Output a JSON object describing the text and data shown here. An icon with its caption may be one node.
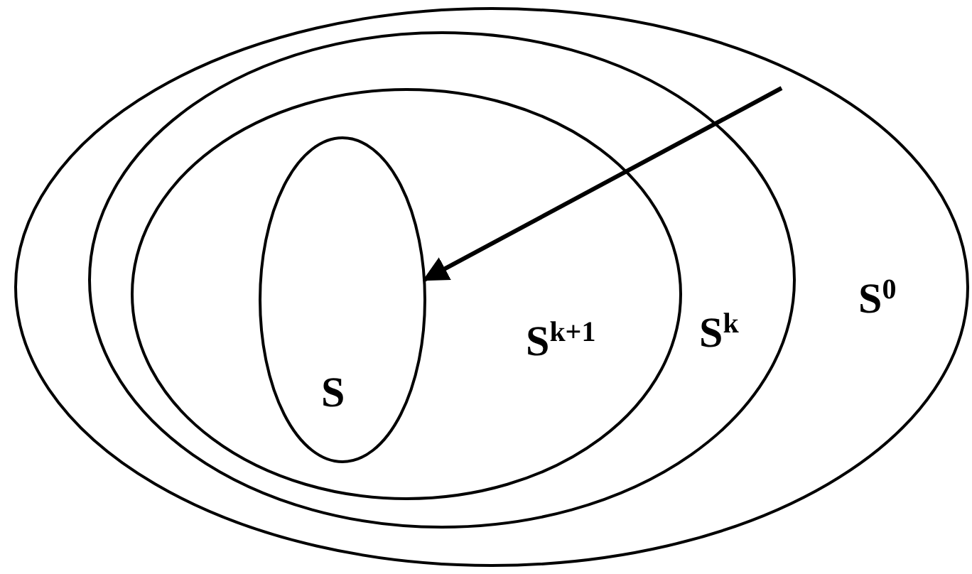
{
  "diagram": {
    "nodes": [
      {
        "text": [
          "S$^{0}$"
        ]
      },
      {
        "text": [
          "S$^{k}$"
        ],
        "in": 0
      },
      {
        "text": [
          "S$^{k+1}$"
        ],
        "in": 1
      },
      {
        "text": [
          "S"
        ],
        "in": 2
      }
    ],
    "edges": [
      {
        "from": null,
        "to": 3,
        "arrow": "to"
      }
    ]
  }
}
